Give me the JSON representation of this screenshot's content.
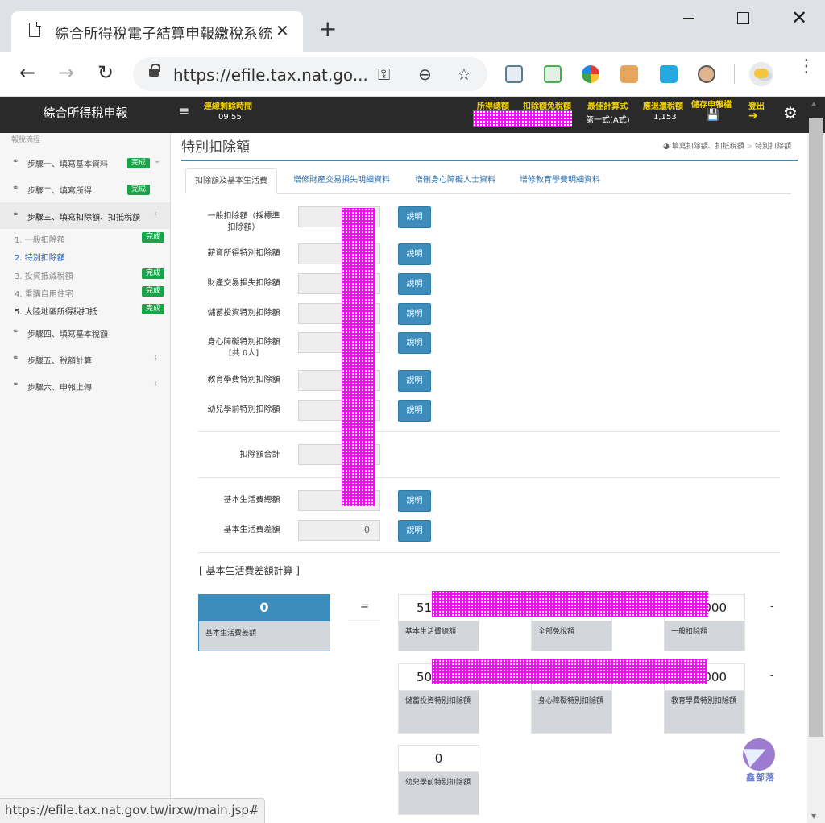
{
  "browser": {
    "tab_title": "綜合所得稅電子結算申報繳稅系統",
    "new_tab_icon": "plus-icon",
    "url": "https://efile.tax.nat.go...",
    "status_url": "https://efile.tax.nat.gov.tw/irxw/main.jsp#"
  },
  "header": {
    "brand": "綜合所得稅申報",
    "session_label": "連線剩餘時間",
    "session_time": "09:55",
    "income_label": "所得總額",
    "exempt_label": "扣除額免稅額",
    "best_calc_label": "最佳計算式",
    "best_calc_value": "第一式(A式)",
    "refund_label": "應退還稅額",
    "refund_value": "1,153",
    "save_label": "儲存申報檔",
    "logout_label": "登出"
  },
  "sidebar": {
    "title": "報稅流程",
    "steps": [
      {
        "label": "步驟一、填寫基本資料",
        "badge": "完成"
      },
      {
        "label": "步驟二、填寫所得",
        "badge": "完成"
      },
      {
        "label": "步驟三、填寫扣除額、扣抵稅額"
      },
      {
        "label": "步驟四、填寫基本稅額"
      },
      {
        "label": "步驟五、稅額計算"
      },
      {
        "label": "步驟六、申報上傳"
      }
    ],
    "subitems": [
      {
        "label": "1. 一般扣除額",
        "badge": "完成"
      },
      {
        "label": "2. 特別扣除額"
      },
      {
        "label": "3. 投資抵減稅額",
        "badge": "完成"
      },
      {
        "label": "4. 重購自用住宅",
        "badge": "完成"
      },
      {
        "label": "5. 大陸地區所得稅扣抵",
        "badge": "完成"
      }
    ]
  },
  "main": {
    "title": "特別扣除額",
    "breadcrumb": [
      "填寫扣除額、扣抵稅額",
      "特別扣除額"
    ],
    "tabs": [
      "扣除額及基本生活費",
      "增修財產交易損失明細資料",
      "增刪身心障礙人士資料",
      "增修教育學費明細資料"
    ],
    "info_button": "說明",
    "rows": [
      {
        "label_line1": "一般扣除額（採標準",
        "label_line2": "扣除額）"
      },
      {
        "label_line1": "薪資所得特別扣除額"
      },
      {
        "label_line1": "財產交易損失扣除額"
      },
      {
        "label_line1": "儲蓄投資特別扣除額"
      },
      {
        "label_line1": "身心障礙特別扣除額",
        "label_line2": "[共 0人]"
      },
      {
        "label_line1": "教育學費特別扣除額"
      },
      {
        "label_line1": "幼兒學前特別扣除額"
      }
    ],
    "total_label": "扣除額合計",
    "living_total_label": "基本生活費總額",
    "living_diff_label": "基本生活費差額",
    "living_diff_value": "0",
    "calc_title": "[ 基本生活費差額計算 ]",
    "calc_result_value": "0",
    "calc_result_caption": "基本生活費差額",
    "equals": "=",
    "minus": "-",
    "cards_row1": [
      {
        "value_start": "51",
        "value_end": "000",
        "caption": "基本生活費總額"
      },
      {
        "caption": "全部免稅額"
      },
      {
        "caption": "一般扣除額"
      }
    ],
    "cards_row2": [
      {
        "value_start": "50",
        "value_end": "000",
        "caption": "儲蓄投資特別扣除額"
      },
      {
        "caption": "身心障礙特別扣除額"
      },
      {
        "caption": "教育學費特別扣除額"
      }
    ],
    "card_row3": {
      "value": "0",
      "caption": "幼兒學前特別扣除額"
    }
  },
  "watermark": {
    "text": "鑫部落"
  },
  "colors": {
    "header_bg": "#2a2a2a",
    "accent": "#3c8dbc",
    "badge": "#1aa349",
    "highlight": "#f5d300",
    "redaction": "#ff00ff"
  }
}
